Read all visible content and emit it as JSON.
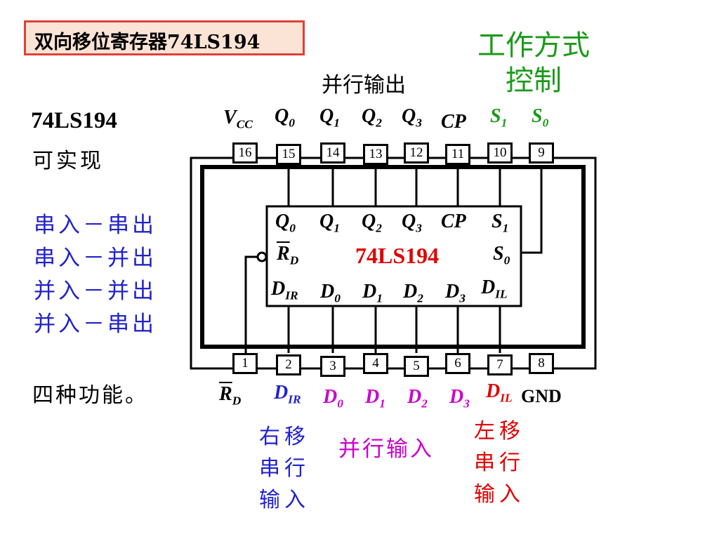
{
  "title": "双向移位寄存器74LS194",
  "mode_control": [
    "工作方式",
    "控制"
  ],
  "parallel_out_label": "并行输出",
  "chip_name_left": "74LS194",
  "can_implement": "可实现",
  "functions": [
    "串入－串出",
    "串入－并出",
    "并入－并出",
    "并入－串出"
  ],
  "four_functions": "四种功能。",
  "chip_name": "74LS194",
  "top_pins": [
    {
      "num": "16",
      "base": "V",
      "sub": "CC"
    },
    {
      "num": "15",
      "base": "Q",
      "sub": "0"
    },
    {
      "num": "14",
      "base": "Q",
      "sub": "1"
    },
    {
      "num": "13",
      "base": "Q",
      "sub": "2"
    },
    {
      "num": "12",
      "base": "Q",
      "sub": "3"
    },
    {
      "num": "11",
      "base": "CP",
      "sub": ""
    },
    {
      "num": "10",
      "base": "S",
      "sub": "1"
    },
    {
      "num": "9",
      "base": "S",
      "sub": "0"
    }
  ],
  "bottom_pins": [
    {
      "num": "1",
      "base": "R",
      "sub": "D"
    },
    {
      "num": "2",
      "base": "D",
      "sub": "IR"
    },
    {
      "num": "3",
      "base": "D",
      "sub": "0"
    },
    {
      "num": "4",
      "base": "D",
      "sub": "1"
    },
    {
      "num": "5",
      "base": "D",
      "sub": "2"
    },
    {
      "num": "6",
      "base": "D",
      "sub": "3"
    },
    {
      "num": "7",
      "base": "D",
      "sub": "IL"
    },
    {
      "num": "8",
      "base": "GND",
      "sub": ""
    }
  ],
  "right_serial_in": [
    "右移",
    "串行",
    "输入"
  ],
  "parallel_in_label": "并行输入",
  "left_serial_in": [
    "左移",
    "串行",
    "输入"
  ],
  "colors": {
    "title_border": "#e0403a",
    "title_bg": "#fbe4d5",
    "mode_green": "#1a9a1a",
    "func_blue": "#2222cc",
    "data_magenta": "#cc00cc",
    "chip_red": "#e00000"
  }
}
